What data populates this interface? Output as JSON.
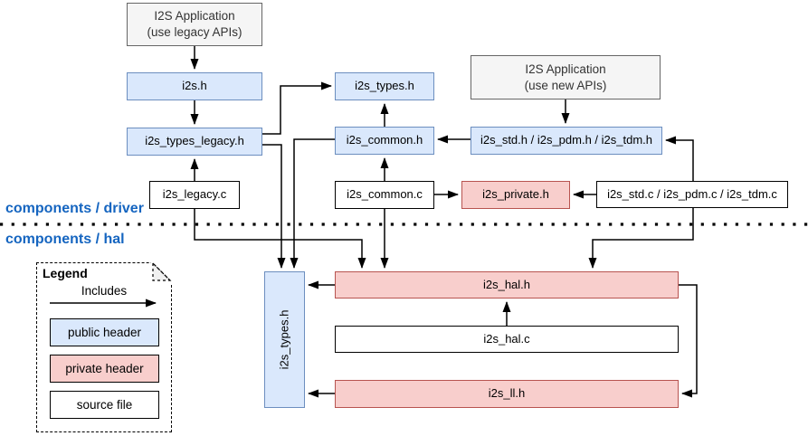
{
  "labels": {
    "driver_section": "components / driver",
    "hal_section": "components / hal"
  },
  "apps": {
    "legacy_line1": "I2S Application",
    "legacy_line2": "(use legacy APIs)",
    "new_line1": "I2S Application",
    "new_line2": "(use new APIs)"
  },
  "nodes": {
    "i2s_h": "i2s.h",
    "i2s_types_legacy_h": "i2s_types_legacy.h",
    "i2s_legacy_c": "i2s_legacy.c",
    "i2s_types_h": "i2s_types.h",
    "i2s_common_h": "i2s_common.h",
    "i2s_common_c": "i2s_common.c",
    "i2s_private_h": "i2s_private.h",
    "i2s_std_h": "i2s_std.h / i2s_pdm.h / i2s_tdm.h",
    "i2s_std_c": "i2s_std.c / i2s_pdm.c / i2s_tdm.c",
    "hal_i2s_types_h": "i2s_types.h",
    "i2s_hal_h": "i2s_hal.h",
    "i2s_hal_c": "i2s_hal.c",
    "i2s_ll_h": "i2s_ll.h"
  },
  "legend": {
    "title": "Legend",
    "includes": "Includes",
    "public_header": "public header",
    "private_header": "private header",
    "source_file": "source file"
  },
  "colors": {
    "public_header_fill": "#dae8fc",
    "public_header_stroke": "#6c8ebf",
    "private_header_fill": "#f8cecc",
    "private_header_stroke": "#b85450",
    "app_fill": "#f5f5f5",
    "app_stroke": "#666666",
    "source_fill": "#ffffff",
    "source_stroke": "#000000",
    "section_label_color": "#1565c0",
    "arrow_color": "#000000"
  },
  "edges": [
    {
      "from": "I2S Application (use legacy APIs)",
      "to": "i2s.h"
    },
    {
      "from": "i2s.h",
      "to": "i2s_types_legacy.h"
    },
    {
      "from": "i2s_legacy.c",
      "to": "i2s_types_legacy.h"
    },
    {
      "from": "i2s_types_legacy.h",
      "to": "i2s_types.h"
    },
    {
      "from": "i2s_types_legacy.h",
      "to": "i2s_types.h (hal)"
    },
    {
      "from": "i2s_common.h",
      "to": "i2s_types.h (hal)"
    },
    {
      "from": "i2s_common.h",
      "to": "i2s_types.h"
    },
    {
      "from": "i2s_common.c",
      "to": "i2s_common.h"
    },
    {
      "from": "i2s_common.c",
      "to": "i2s_hal.h"
    },
    {
      "from": "i2s_common.c",
      "to": "i2s_private.h"
    },
    {
      "from": "i2s_std.c / i2s_pdm.c / i2s_tdm.c",
      "to": "i2s_private.h"
    },
    {
      "from": "I2S Application (use new APIs)",
      "to": "i2s_std.h / i2s_pdm.h / i2s_tdm.h"
    },
    {
      "from": "i2s_std.c / i2s_pdm.c / i2s_tdm.c",
      "to": "i2s_std.h / i2s_pdm.h / i2s_tdm.h"
    },
    {
      "from": "i2s_std.h / i2s_pdm.h / i2s_tdm.h",
      "to": "i2s_common.h"
    },
    {
      "from": "i2s_std.c / i2s_pdm.c / i2s_tdm.c",
      "to": "i2s_hal.h"
    },
    {
      "from": "i2s_legacy.c",
      "to": "i2s_hal.h"
    },
    {
      "from": "i2s_hal.c",
      "to": "i2s_hal.h"
    },
    {
      "from": "i2s_hal.h",
      "to": "i2s_ll.h"
    },
    {
      "from": "i2s_hal.h",
      "to": "i2s_types.h (hal)"
    },
    {
      "from": "i2s_ll.h",
      "to": "i2s_types.h (hal)"
    }
  ]
}
